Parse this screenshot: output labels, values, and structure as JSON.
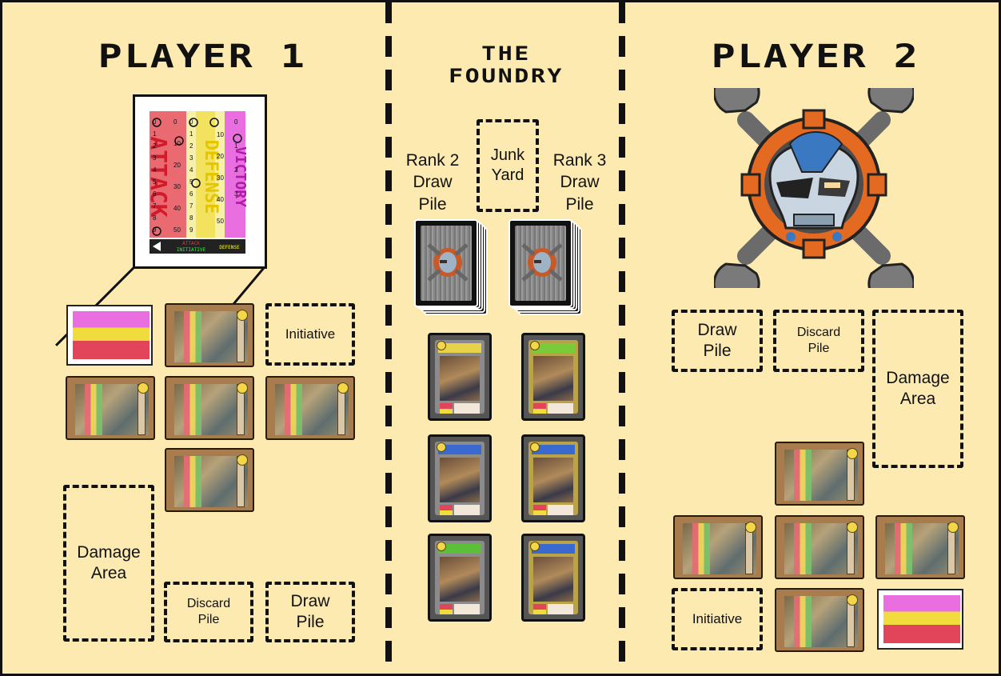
{
  "titles": {
    "player1": "PLAYER 1",
    "player2": "PLAYER 2",
    "foundry_line1": "THE",
    "foundry_line2": "FOUNDRY"
  },
  "player1": {
    "initiative": "Initiative",
    "damage_area": "Damage Area",
    "discard_pile": "Discard Pile",
    "draw_pile": "Draw Pile"
  },
  "player2": {
    "draw_pile": "Draw Pile",
    "discard_pile": "Discard Pile",
    "damage_area": "Damage Area",
    "initiative": "Initiative"
  },
  "foundry": {
    "rank2": "Rank 2 Draw Pile",
    "junk_yard": "Junk Yard",
    "rank3": "Rank 3 Draw Pile"
  },
  "tracker": {
    "attack": "ATTACK",
    "defense_col": "DEFENSE",
    "victory": "VICTORY",
    "footer_attack": "ATTACK",
    "footer_initiative": "INITIATIVE",
    "footer_defense": "DEFENSE",
    "col1": [
      "0",
      "1",
      "2",
      "3",
      "4",
      "5",
      "6",
      "7",
      "8",
      "9"
    ],
    "col2": [
      "0",
      "10",
      "20",
      "30",
      "40",
      "50"
    ],
    "col3": [
      "0",
      "1",
      "2",
      "3",
      "4",
      "5",
      "6",
      "7",
      "8",
      "9"
    ],
    "col4": [
      "10",
      "20",
      "30",
      "40",
      "50"
    ],
    "col5": [
      "0",
      "1",
      "2",
      "3"
    ]
  },
  "colors": {
    "board": "#fdeab0",
    "attack": "#e2455a",
    "defense": "#f4d930",
    "victory": "#e04fd6",
    "trainer_card": "#a87c4d",
    "rank2_card": "#8b8b8b",
    "rank3_card": "#b9a346"
  },
  "icons": {
    "emblem": "skull-wrench-gear-icon"
  }
}
